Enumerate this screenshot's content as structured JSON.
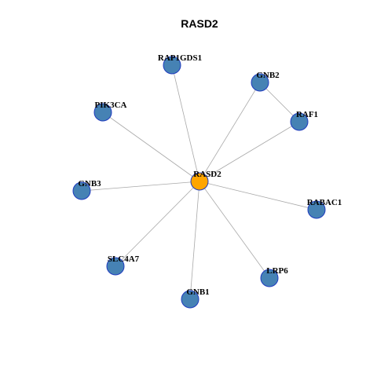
{
  "title": "RASD2",
  "colors": {
    "hub_fill": "#FFA500",
    "node_fill": "#4682B4",
    "node_stroke": "#1F3BBF",
    "edge": "#A9A9A9",
    "text": "#000000"
  },
  "hub": {
    "id": "RASD2",
    "label": "RASD2"
  },
  "nodes": [
    {
      "id": "RAP1GDS1",
      "label": "RAP1GDS1"
    },
    {
      "id": "GNB2",
      "label": "GNB2"
    },
    {
      "id": "PIK3CA",
      "label": "PIK3CA"
    },
    {
      "id": "RAF1",
      "label": "RAF1"
    },
    {
      "id": "GNB3",
      "label": "GNB3"
    },
    {
      "id": "RABAC1",
      "label": "RABAC1"
    },
    {
      "id": "SLC4A7",
      "label": "SLC4A7"
    },
    {
      "id": "LRP6",
      "label": "LRP6"
    },
    {
      "id": "GNB1",
      "label": "GNB1"
    }
  ],
  "edges": [
    [
      "RASD2",
      "RAP1GDS1"
    ],
    [
      "RASD2",
      "GNB2"
    ],
    [
      "RASD2",
      "PIK3CA"
    ],
    [
      "RASD2",
      "RAF1"
    ],
    [
      "RASD2",
      "GNB3"
    ],
    [
      "RASD2",
      "RABAC1"
    ],
    [
      "RASD2",
      "SLC4A7"
    ],
    [
      "RASD2",
      "LRP6"
    ],
    [
      "RASD2",
      "GNB1"
    ],
    [
      "GNB2",
      "RAF1"
    ]
  ]
}
